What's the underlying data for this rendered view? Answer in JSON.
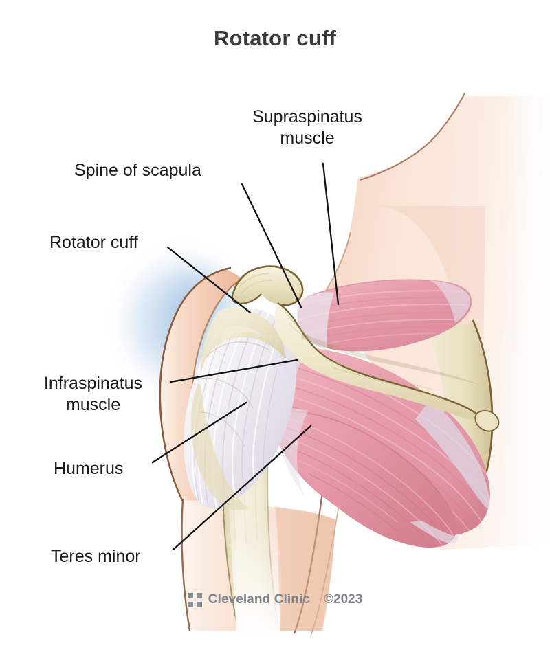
{
  "title": "Rotator cuff",
  "domain_subject": "shoulder-rotator-cuff-anatomy",
  "labels": [
    {
      "id": "supraspinatus",
      "text": "Supraspinatus\nmuscle"
    },
    {
      "id": "spine-of-scapula",
      "text": "Spine of scapula"
    },
    {
      "id": "rotator-cuff",
      "text": "Rotator cuff"
    },
    {
      "id": "infraspinatus",
      "text": "Infraspinatus\nmuscle"
    },
    {
      "id": "humerus",
      "text": "Humerus"
    },
    {
      "id": "teres-minor",
      "text": "Teres minor"
    }
  ],
  "footer": {
    "logo_icon": "cleveland-clinic-four-squares-logo-icon",
    "brand": "Cleveland Clinic",
    "copyright": "©2023"
  },
  "colors": {
    "background": "#ffffff",
    "title_text": "#3a3a3a",
    "label_text": "#1a1a1a",
    "leader_line": "#111111",
    "skin_light": "#fbe7db",
    "skin_mid": "#f6d7c4",
    "skin_shadow": "#edbfa8",
    "skin_outline": "#8a5a3c",
    "bone_light": "#f4efdb",
    "bone_mid": "#e7dfc0",
    "bone_shadow": "#cfc49c",
    "bone_outline": "#7a6333",
    "muscle_light": "#f0b3bf",
    "muscle_mid": "#e59aa9",
    "muscle_dark": "#d4808f",
    "tendon_white": "#f4f2f6",
    "tendon_grey": "#ddd9e4",
    "halo_blue": "#b9d2ea",
    "footer_grey": "#7e848a",
    "logo_grey": "#8a8f94"
  }
}
